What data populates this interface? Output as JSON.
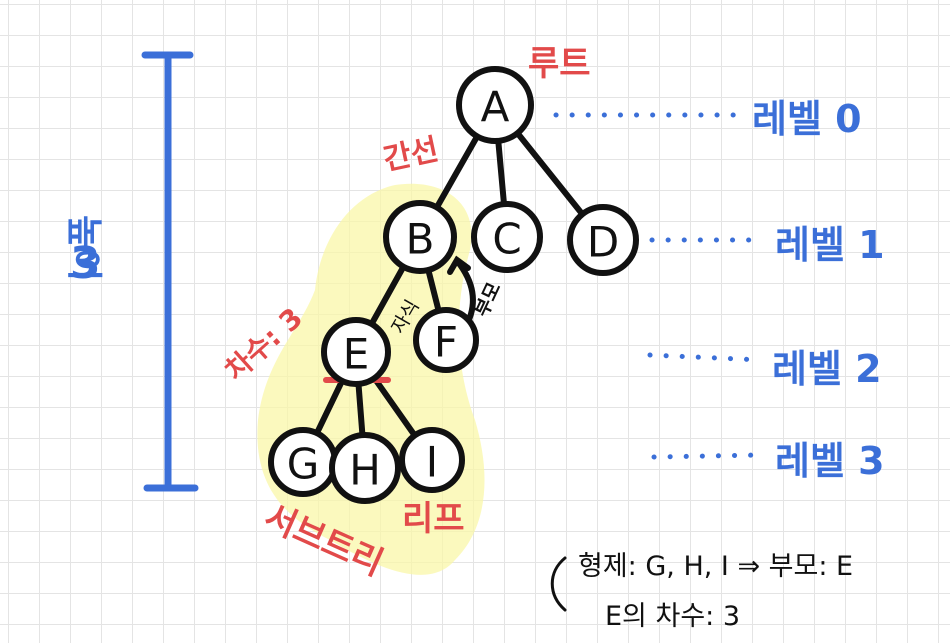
{
  "tree": {
    "nodes": [
      {
        "id": "A",
        "label": "A"
      },
      {
        "id": "B",
        "label": "B"
      },
      {
        "id": "C",
        "label": "C"
      },
      {
        "id": "D",
        "label": "D"
      },
      {
        "id": "E",
        "label": "E"
      },
      {
        "id": "F",
        "label": "F"
      },
      {
        "id": "G",
        "label": "G"
      },
      {
        "id": "H",
        "label": "H"
      },
      {
        "id": "I",
        "label": "I"
      }
    ],
    "edges": [
      [
        "A",
        "B"
      ],
      [
        "A",
        "C"
      ],
      [
        "A",
        "D"
      ],
      [
        "B",
        "E"
      ],
      [
        "B",
        "F"
      ],
      [
        "E",
        "G"
      ],
      [
        "E",
        "H"
      ],
      [
        "E",
        "I"
      ]
    ]
  },
  "annotations": {
    "root": "루트",
    "edge": "간선",
    "degree": "차수: 3",
    "child": "자식",
    "parent": "부모",
    "leaf": "리프",
    "subtree": "서브트리",
    "height_word": "높이",
    "height_value": "3"
  },
  "levels": [
    "레벨 0",
    "레벨 1",
    "레벨 2",
    "레벨 3"
  ],
  "notes": {
    "siblings": "형제: G, H, I ⇒ 부모: E",
    "degree_of_e": "E의 차수: 3"
  },
  "colors": {
    "blue": "#3b6fd8",
    "red": "#e24a4a",
    "highlight": "#faf7a8",
    "ink": "#111111"
  }
}
